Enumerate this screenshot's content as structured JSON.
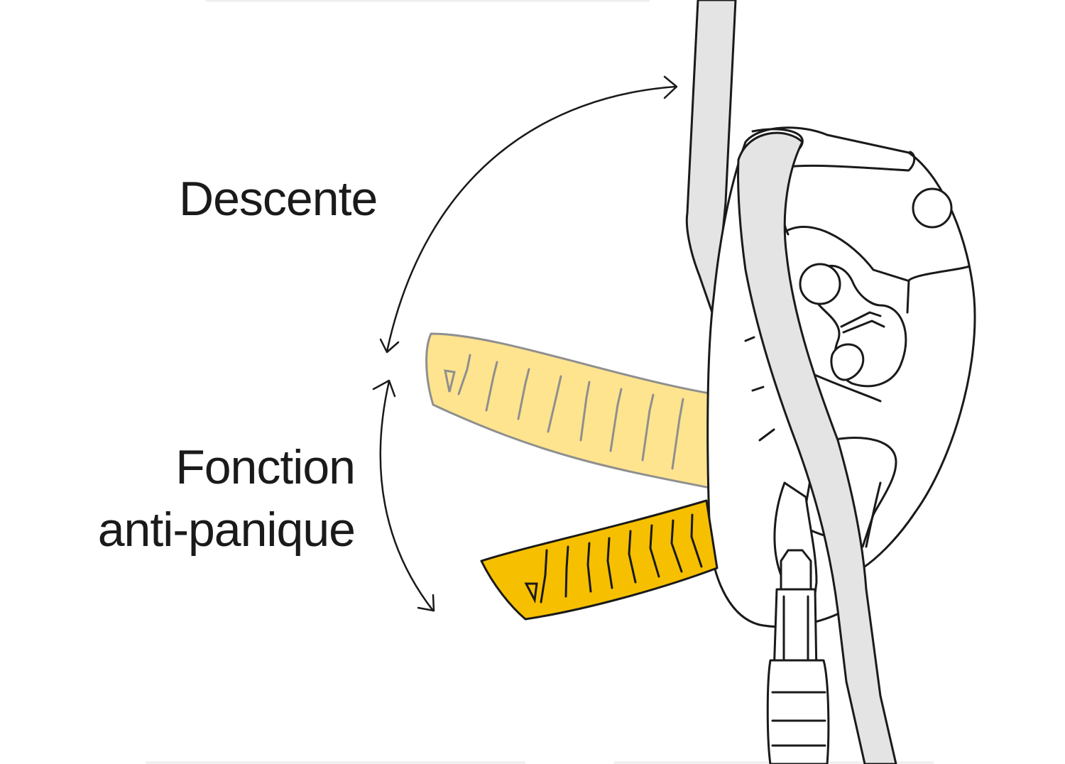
{
  "labels": {
    "descent": "Descente",
    "anti_panic_line1": "Fonction",
    "anti_panic_line2": "anti-panique"
  },
  "colors": {
    "rope": "#e4e4e4",
    "handle_active": "#f6c000",
    "handle_ghost": "#ffe38a",
    "outline": "#1a1a1a",
    "background": "#ffffff"
  },
  "icons": {
    "descent_arrow": "double-headed-curved-arrow",
    "anti_panic_arrow": "double-headed-curved-arrow"
  }
}
